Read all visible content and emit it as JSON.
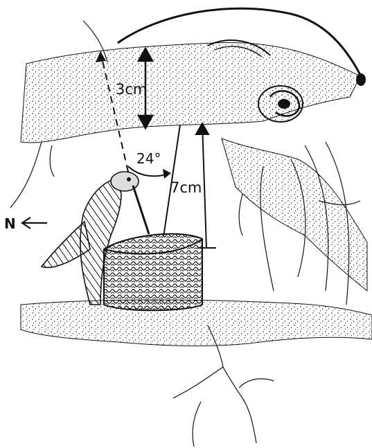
{
  "labels": {
    "branch_gap": "3cm",
    "angle": "24°",
    "nest_distance": "7cm",
    "compass": "N"
  },
  "colors": {
    "ink": "#111111",
    "paper": "#ffffff"
  }
}
